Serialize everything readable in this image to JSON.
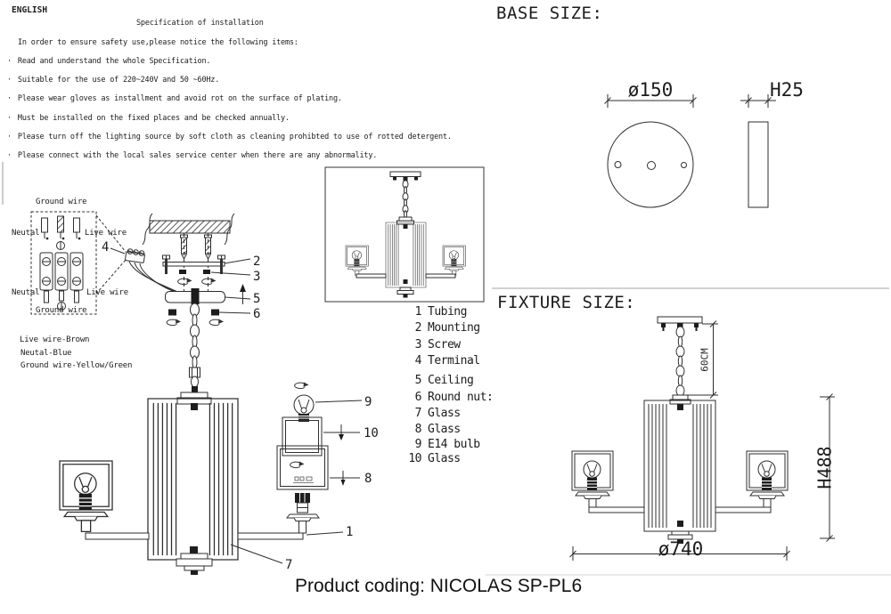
{
  "header": {
    "language": "ENGLISH",
    "title": "Specification of installation",
    "intro": "In order to ensure safety use,please notice the following items:",
    "bullet_char": "·",
    "bullets": [
      "Read and understand the whole Specification.",
      "Suitable for the use of 220~240V and 50 ~60Hz.",
      "Please wear gloves as installment and avoid rot on the surface of plating.",
      "Must be installed on the fixed places and be checked annually.",
      "Please turn off the lighting source by soft cloth as cleaning prohibted to use of rotted detergent.",
      "Please connect with the local sales service center when there are any abnormality."
    ]
  },
  "wiring": {
    "ground": "Ground wire",
    "neutral": "Neutal",
    "live": "Live wire",
    "legend": [
      "Live wire-Brown",
      "Neutal-Blue",
      "Ground wire-Yellow/Green"
    ]
  },
  "callouts": {
    "c1": "1",
    "c2": "2",
    "c3": "3",
    "c4": "4",
    "c5": "5",
    "c6": "6",
    "c7": "7",
    "c8": "8",
    "c9": "9",
    "c10": "10"
  },
  "parts": [
    {
      "num": "1",
      "name": "Tubing"
    },
    {
      "num": "2",
      "name": "Mounting"
    },
    {
      "num": "3",
      "name": "Screw"
    },
    {
      "num": "4",
      "name": "Terminal"
    },
    {
      "num": "5",
      "name": "Ceiling"
    },
    {
      "num": "6",
      "name": "Round nut:"
    },
    {
      "num": "7",
      "name": "Glass"
    },
    {
      "num": "8",
      "name": "Glass"
    },
    {
      "num": "9",
      "name": "E14 bulb"
    },
    {
      "num": "10",
      "name": "Glass"
    }
  ],
  "base_size": {
    "heading": "BASE SIZE:",
    "diameter_label": "ø150",
    "height_label": "H25"
  },
  "fixture_size": {
    "heading": "FIXTURE SIZE:",
    "chain_label": "60CM",
    "height_label": "H488",
    "diameter_label": "ø740"
  },
  "footer": {
    "product_coding": "Product coding: NICOLAS SP-PL6"
  }
}
